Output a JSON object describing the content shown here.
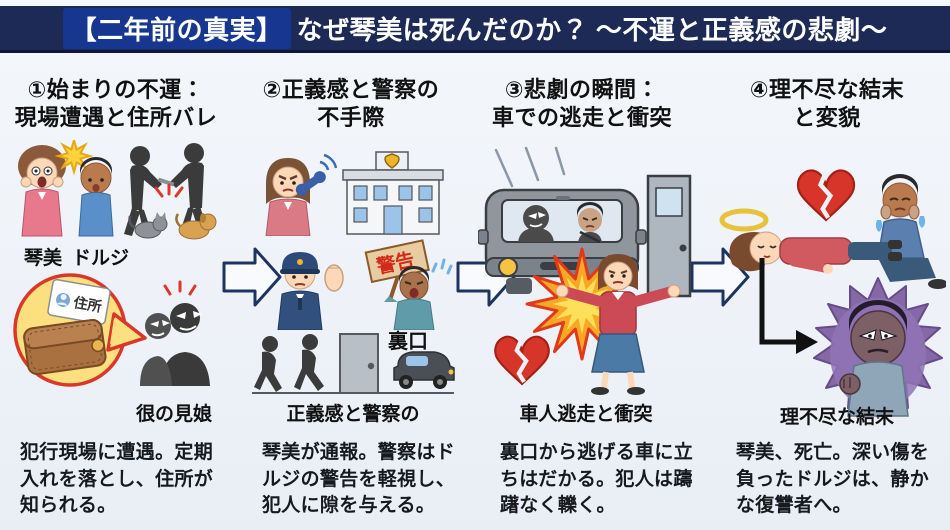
{
  "header": {
    "tag": "【二年前の真実】",
    "title_rest": "なぜ琴美は死んだのか？ ～不運と正義感の悲劇～"
  },
  "panels": [
    {
      "heading1": "①始まりの不運：",
      "heading2": "現場遭遇と住所バレ",
      "label_woman": "琴美",
      "label_boy": "ドルジ",
      "card_label": "住所",
      "caption": "很の見娘",
      "body": "犯行現場に遭遇。定期入れを落とし、住所が知られる。"
    },
    {
      "heading1": "②正義感と警察の",
      "heading2": "不手際",
      "sign_label": "警告",
      "backdoor_label": "裏口",
      "caption": "正義感と警察の",
      "body": "琴美が通報。警察はドルジの警告を軽視し、犯人に隙を与える。"
    },
    {
      "heading1": "③悲劇の瞬間：",
      "heading2": "車での逃走と衝突",
      "caption": "車人逃走と衝突",
      "body": "裏口から逃げる車に立ちはだかる。犯人は躊躇なく轢く。"
    },
    {
      "heading1": "④理不尽な結末",
      "heading2": "と変貌",
      "caption": "理不尽な結末",
      "body": "琴美、死亡。深い傷を負ったドルジは、静かな復讐者へ。"
    }
  ],
  "colors": {
    "header_bg": "#1d2a56",
    "tag_bg": "#16368f",
    "alert_red": "#d9372a",
    "explosion_orange": "#f9a825",
    "aura_purple": "#7a5a9e",
    "arrow_outline": "#1d3461"
  }
}
